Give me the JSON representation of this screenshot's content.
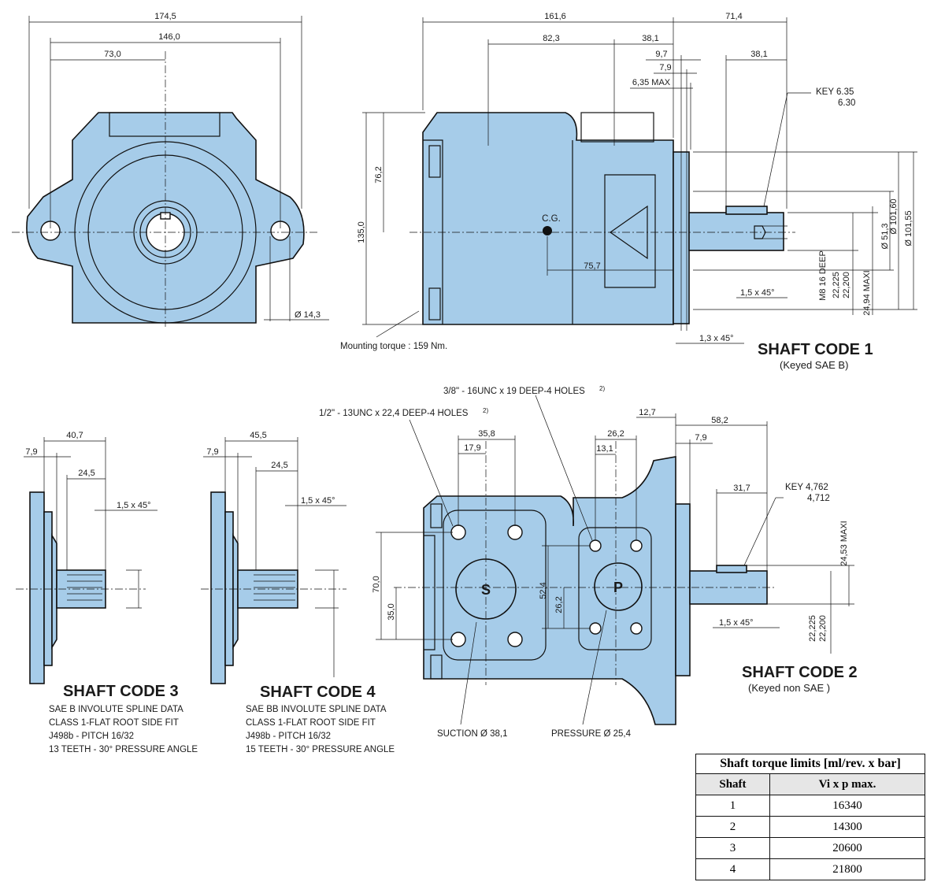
{
  "front_view": {
    "dims": {
      "width": "174,5",
      "bolt_span": "146,0",
      "half_span": "73,0",
      "hole_dia": "Ø  14,3"
    }
  },
  "side_view": {
    "dims": {
      "length": "161,6",
      "a": "82,3",
      "b": "38,1",
      "c": "9,7",
      "d": "7,9",
      "d_max": "6,35  MAX",
      "height": "135,0",
      "half_h": "76,2",
      "cg_x": "75,7",
      "shaft_len": "71,4",
      "key_len": "38,1",
      "dia_pilot1": "Ø  101,60",
      "dia_pilot2": "Ø  101,55",
      "dia_513": "Ø  51,3",
      "m8": "M8 16 DEEP",
      "shaft_d1": "22,225",
      "shaft_d2": "22,200",
      "shaft_dmax": "24,94  MAXI",
      "chamfer_a": "1,5  x 45°",
      "chamfer_b": "1,3  x 45°"
    },
    "cg_label": "C.G.",
    "key_label_1": "KEY 6.35",
    "key_label_2": "6.30",
    "mounting": "Mounting torque : 159 Nm.",
    "shaft_code": "SHAFT CODE 1",
    "shaft_sub": "(Keyed SAE B)"
  },
  "shaft3": {
    "dims": {
      "a": "40,7",
      "b": "7,9",
      "c": "24,5",
      "chamfer": "1,5  x 45°"
    },
    "title": "SHAFT CODE 3",
    "lines": [
      "SAE B INVOLUTE SPLINE DATA",
      "CLASS 1-FLAT ROOT SIDE FIT",
      "J498b - PITCH 16/32",
      "13 TEETH - 30° PRESSURE ANGLE"
    ]
  },
  "shaft4": {
    "dims": {
      "a": "45,5",
      "b": "7,9",
      "c": "24,5",
      "chamfer": "1,5  x 45°"
    },
    "title": "SHAFT CODE 4",
    "lines": [
      "SAE BB INVOLUTE SPLINE DATA",
      "CLASS 1-FLAT ROOT SIDE FIT",
      "J498b - PITCH 16/32",
      "15 TEETH - 30° PRESSURE ANGLE"
    ]
  },
  "port_view": {
    "note_unc12": "1/2\" - 13UNC x 22,4 DEEP-4 HOLES",
    "note_unc38": "3/8\" - 16UNC x 19 DEEP-4 HOLES",
    "note_sup": "2)",
    "dims": {
      "s_w": "35,8",
      "s_half": "17,9",
      "p_w": "26,2",
      "p_half": "13,1",
      "h70": "70,0",
      "h35": "35,0",
      "h524": "52,4",
      "h262": "26,2",
      "flange": "12,7",
      "shaft_len": "58,2",
      "d79": "7,9",
      "key_len": "31,7",
      "d2453": "24,53  MAXI",
      "sd1": "22,225",
      "sd2": "22,200",
      "chamfer": "1,5  x 45°"
    },
    "s_label": "S",
    "p_label": "P",
    "suction": "SUCTION  Ø  38,1",
    "pressure": "PRESSURE  Ø  25,4",
    "key_label_1": "KEY 4,762",
    "key_label_2": "4,712",
    "shaft_code": "SHAFT CODE 2",
    "shaft_sub": "(Keyed non SAE )"
  },
  "torque_table": {
    "caption": "Shaft torque limits [ml/rev. x bar]",
    "headers": [
      "Shaft",
      "Vi x p max."
    ],
    "rows": [
      [
        "1",
        "16340"
      ],
      [
        "2",
        "14300"
      ],
      [
        "3",
        "20600"
      ],
      [
        "4",
        "21800"
      ]
    ]
  },
  "diameter_symbol": "Ø"
}
